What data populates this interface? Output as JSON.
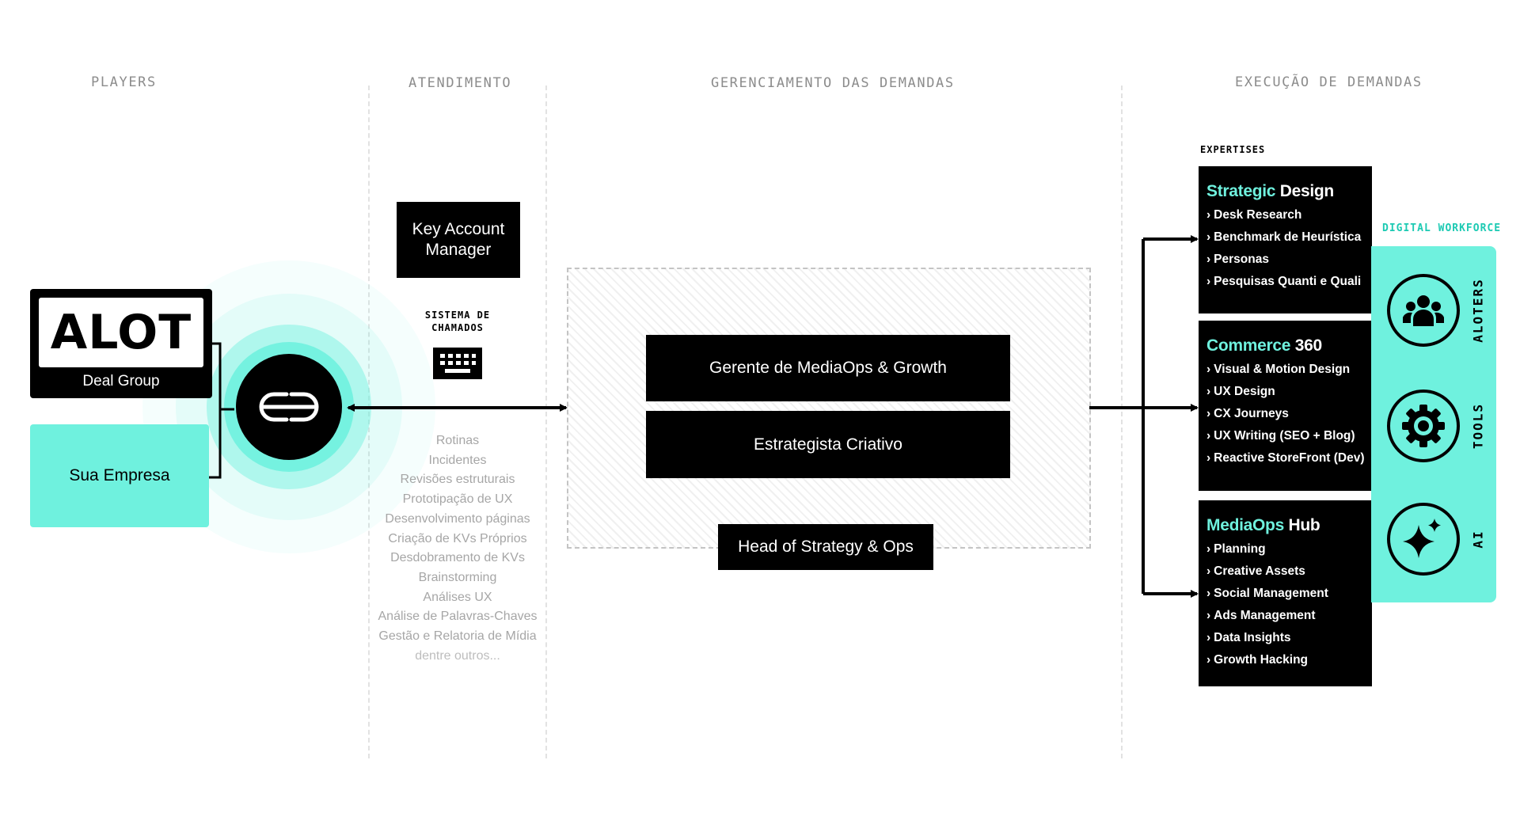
{
  "columns": {
    "players": "PLAYERS",
    "atendimento": "ATENDIMENTO",
    "gerenciamento": "GERENCIAMENTO DAS DEMANDAS",
    "execucao": "EXECUÇÃO DE DEMANDAS"
  },
  "players": {
    "alot_logo": "ALOT",
    "alot_caption": "Deal Group",
    "sua_empresa": "Sua Empresa"
  },
  "atendimento": {
    "key_account": [
      "Key Account",
      "Manager"
    ],
    "sistema": [
      "SISTEMA DE",
      "CHAMADOS"
    ],
    "rotinas": [
      "Rotinas",
      "Incidentes",
      "Revisões estruturais",
      "Prototipação de UX",
      "Desenvolvimento páginas",
      "Criação de KVs Próprios",
      "Desdobramento de KVs",
      "Brainstorming",
      "Análises UX",
      "Análise de Palavras-Chaves",
      "Gestão e Relatoria de Mídia",
      "dentre outros..."
    ]
  },
  "gerenciamento": {
    "roles": [
      "Gerente de MediaOps & Growth",
      "Estrategista Criativo",
      "Head of Strategy & Ops"
    ]
  },
  "execucao": {
    "expertises_label": "EXPERTISES",
    "cards": [
      {
        "title_highlight": "Strategic",
        "title_rest": " Design",
        "items": [
          "Desk Research",
          "Benchmark de Heurística",
          "Personas",
          "Pesquisas Quanti e Quali"
        ]
      },
      {
        "title_highlight": "Commerce",
        "title_rest": " 360",
        "items": [
          "Visual & Motion Design",
          "UX Design",
          "CX Journeys",
          "UX Writing (SEO + Blog)",
          "Reactive StoreFront (Dev)"
        ]
      },
      {
        "title_highlight": "MediaOps",
        "title_rest": " Hub",
        "items": [
          "Planning",
          "Creative Assets",
          "Social Management",
          "Ads Management",
          "Data Insights",
          "Growth Hacking"
        ]
      }
    ],
    "digital_workforce": {
      "label": "DIGITAL WORKFORCE",
      "items": [
        {
          "label": "ALOTERS",
          "icon": "people-icon"
        },
        {
          "label": "TOOLS",
          "icon": "gear-icon"
        },
        {
          "label": "AI",
          "icon": "sparkle-icon"
        }
      ]
    }
  },
  "colors": {
    "accent": "#6ff1de",
    "accent_text": "#1ccab3",
    "dark": "#000000",
    "muted": "#8c8c8c"
  }
}
